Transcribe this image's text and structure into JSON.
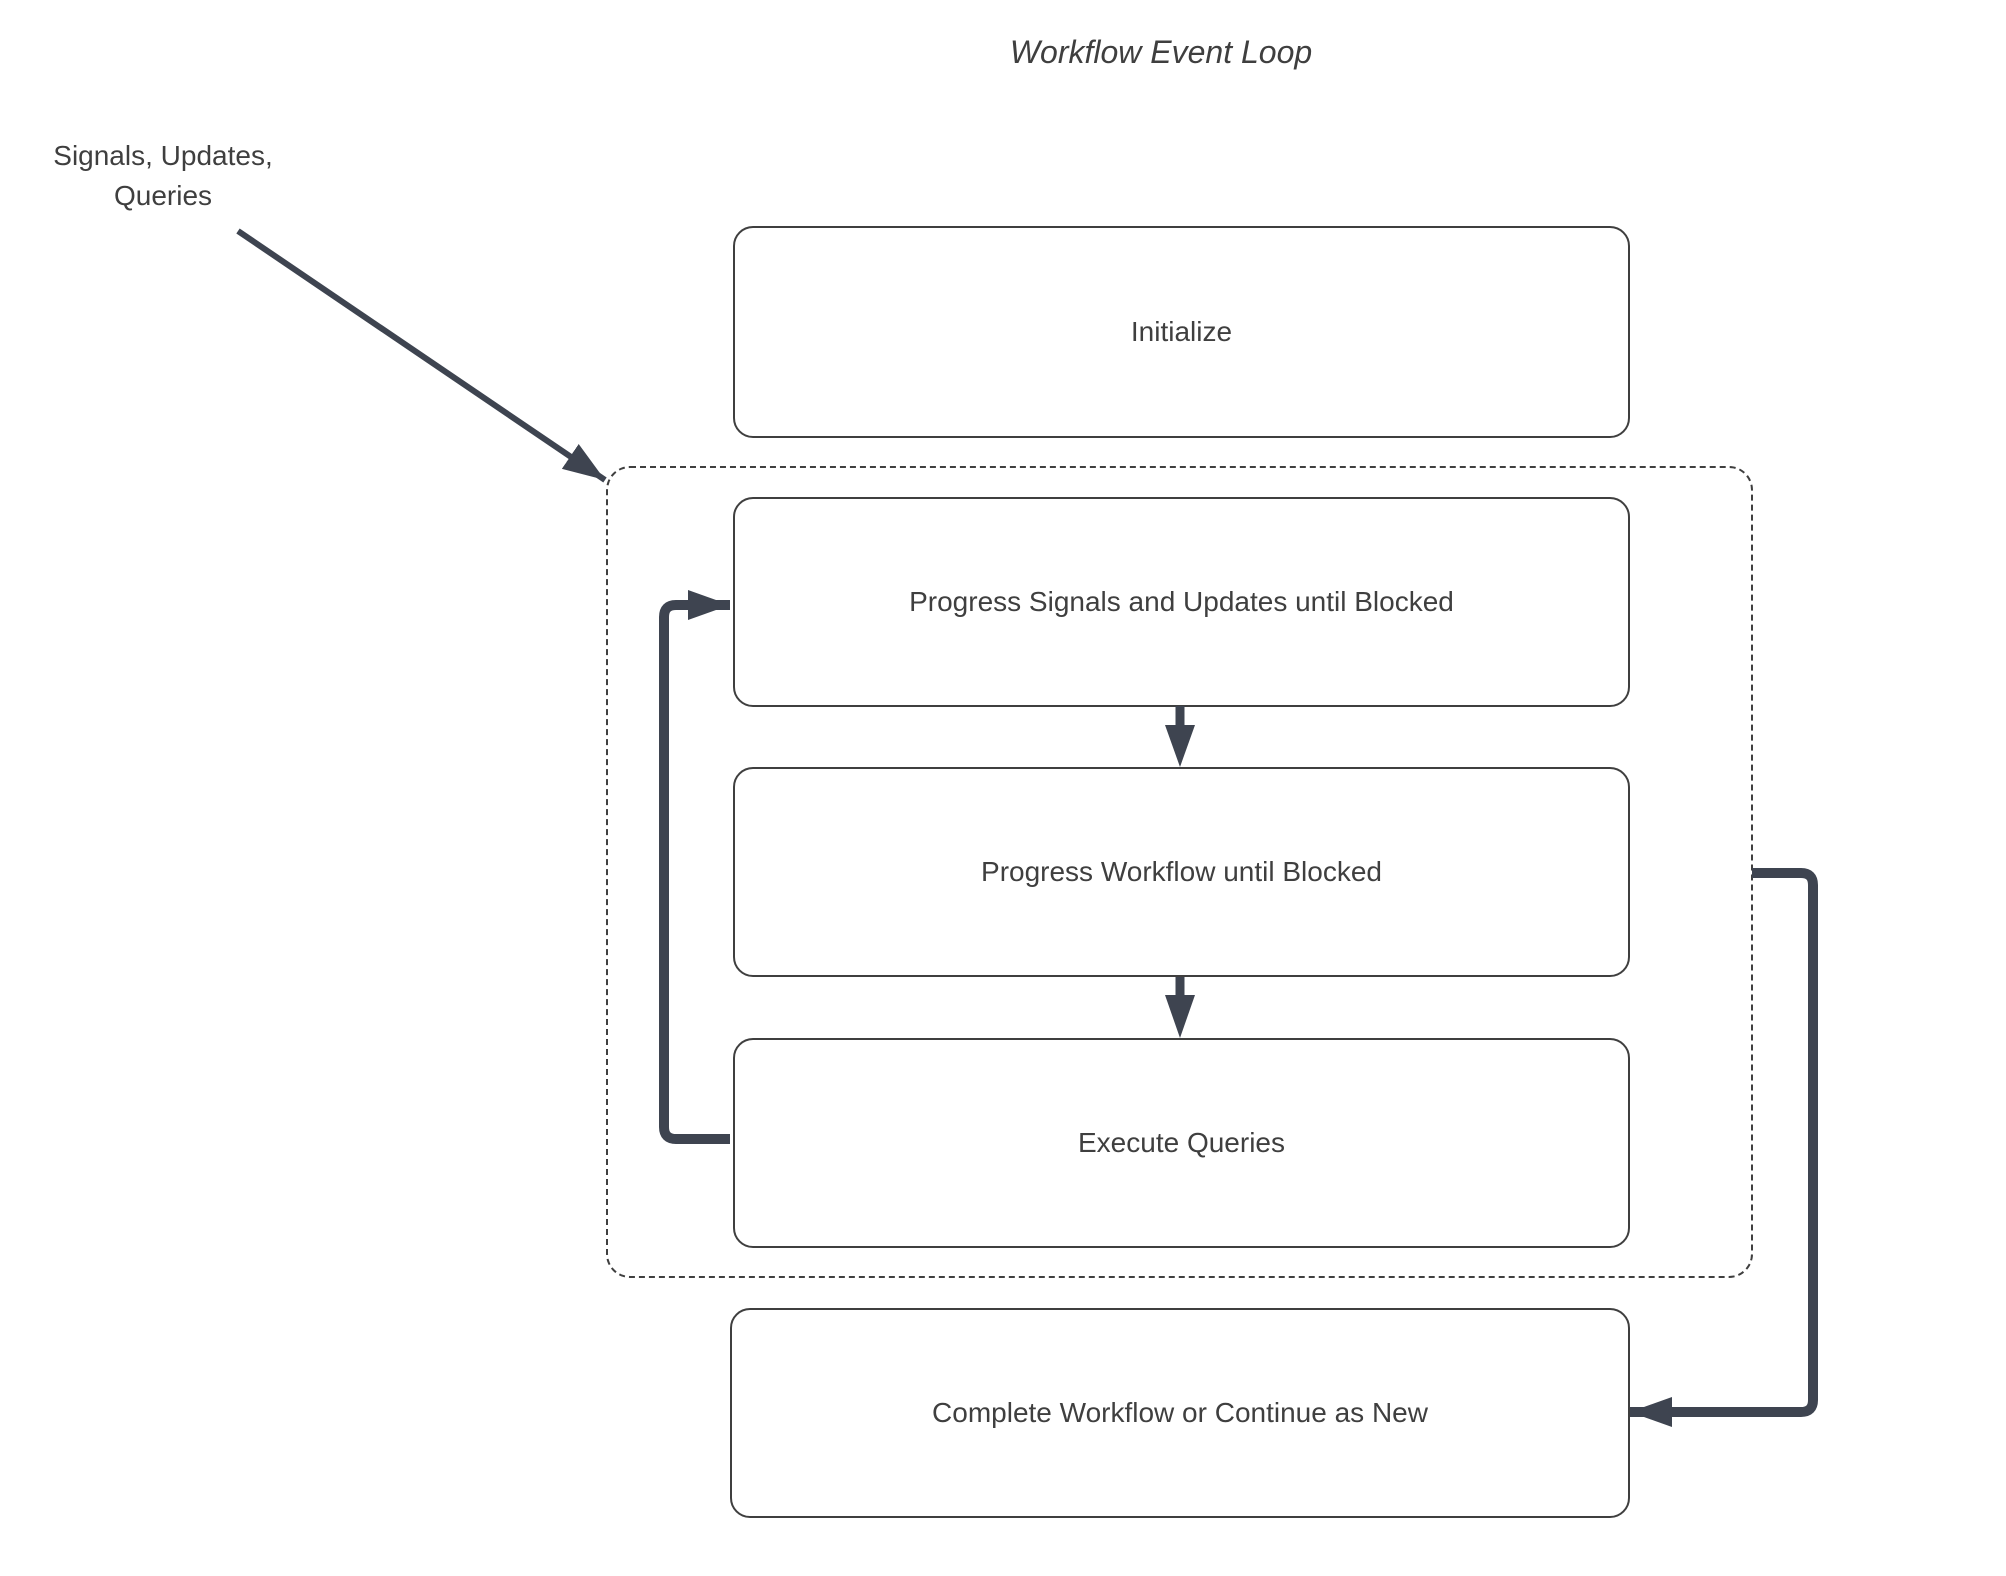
{
  "title": "Workflow Event Loop",
  "annotation": {
    "line1": "Signals, Updates,",
    "line2": "Queries"
  },
  "nodes": {
    "initialize": {
      "label": "Initialize"
    },
    "progress_signals": {
      "label": "Progress Signals and Updates until Blocked"
    },
    "progress_workflow": {
      "label": "Progress Workflow until Blocked"
    },
    "execute_queries": {
      "label": "Execute Queries"
    },
    "complete": {
      "label": "Complete Workflow or Continue as New"
    }
  },
  "edges": [
    {
      "from": "signals-updates-queries-annotation",
      "to": "event-loop-group",
      "style": "thin-diagonal-arrow"
    },
    {
      "from": "progress_signals",
      "to": "progress_workflow",
      "style": "thick-down-arrow"
    },
    {
      "from": "progress_workflow",
      "to": "execute_queries",
      "style": "thick-down-arrow"
    },
    {
      "from": "execute_queries",
      "to": "progress_signals",
      "style": "thick-left-loop-arrow"
    },
    {
      "from": "event-loop-group",
      "to": "complete",
      "style": "thick-right-elbow-arrow"
    }
  ],
  "colors": {
    "arrow": "#3e4450",
    "border": "#3f3f3f",
    "text": "#3f3f3f",
    "background": "#ffffff"
  }
}
